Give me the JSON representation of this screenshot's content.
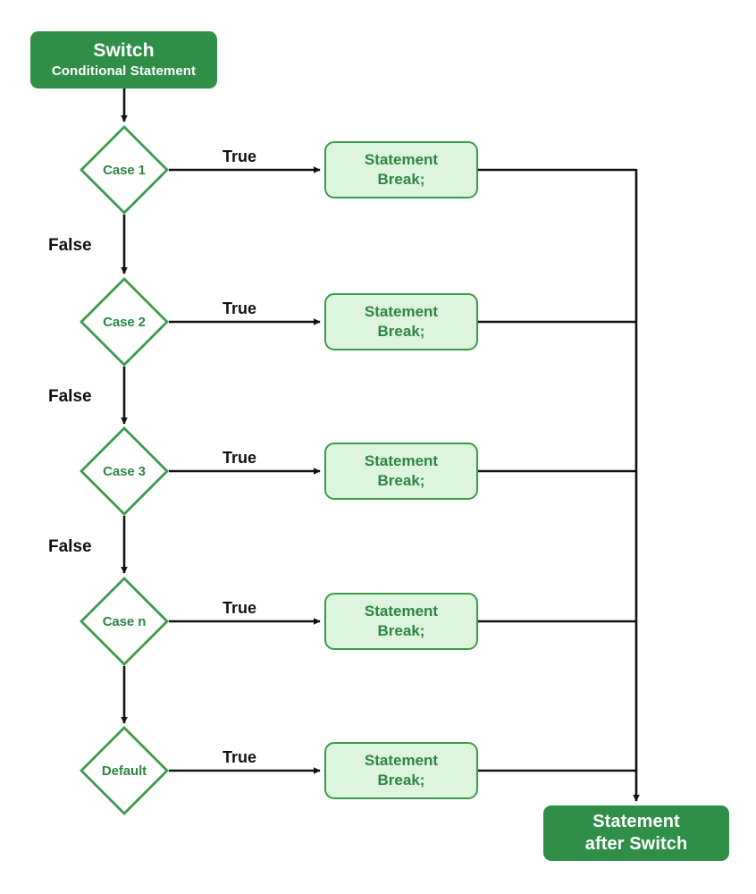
{
  "diagram": {
    "title": "Switch Conditional Statement Flowchart",
    "type": "flowchart",
    "colors": {
      "terminal_fill": "#2f8f46",
      "terminal_text": "#ffffff",
      "process_fill": "#ddf5dd",
      "process_stroke": "#3c9a4e",
      "process_text": "#2d8544",
      "decision_stroke": "#3c9a4e",
      "decision_text": "#2d8544",
      "connector": "#111111",
      "label_text": "#111111",
      "background": "#ffffff"
    }
  },
  "start": {
    "name": "switch-node",
    "title": "Switch",
    "subtitle": "Conditional Statement"
  },
  "end": {
    "name": "statement-after-switch-node",
    "line1": "Statement",
    "line2": "after Switch"
  },
  "labels": {
    "true": "True",
    "false": "False"
  },
  "branches": [
    {
      "id": "case-1",
      "decision": "Case 1",
      "true_label": "True",
      "false_label": "False",
      "statement_line1": "Statement",
      "statement_line2": "Break;"
    },
    {
      "id": "case-2",
      "decision": "Case 2",
      "true_label": "True",
      "false_label": "False",
      "statement_line1": "Statement",
      "statement_line2": "Break;"
    },
    {
      "id": "case-3",
      "decision": "Case 3",
      "true_label": "True",
      "false_label": "False",
      "statement_line1": "Statement",
      "statement_line2": "Break;"
    },
    {
      "id": "case-n",
      "decision": "Case n",
      "true_label": "True",
      "false_label": "",
      "statement_line1": "Statement",
      "statement_line2": "Break;"
    },
    {
      "id": "default",
      "decision": "Default",
      "true_label": "True",
      "false_label": "",
      "statement_line1": "Statement",
      "statement_line2": "Break;"
    }
  ]
}
